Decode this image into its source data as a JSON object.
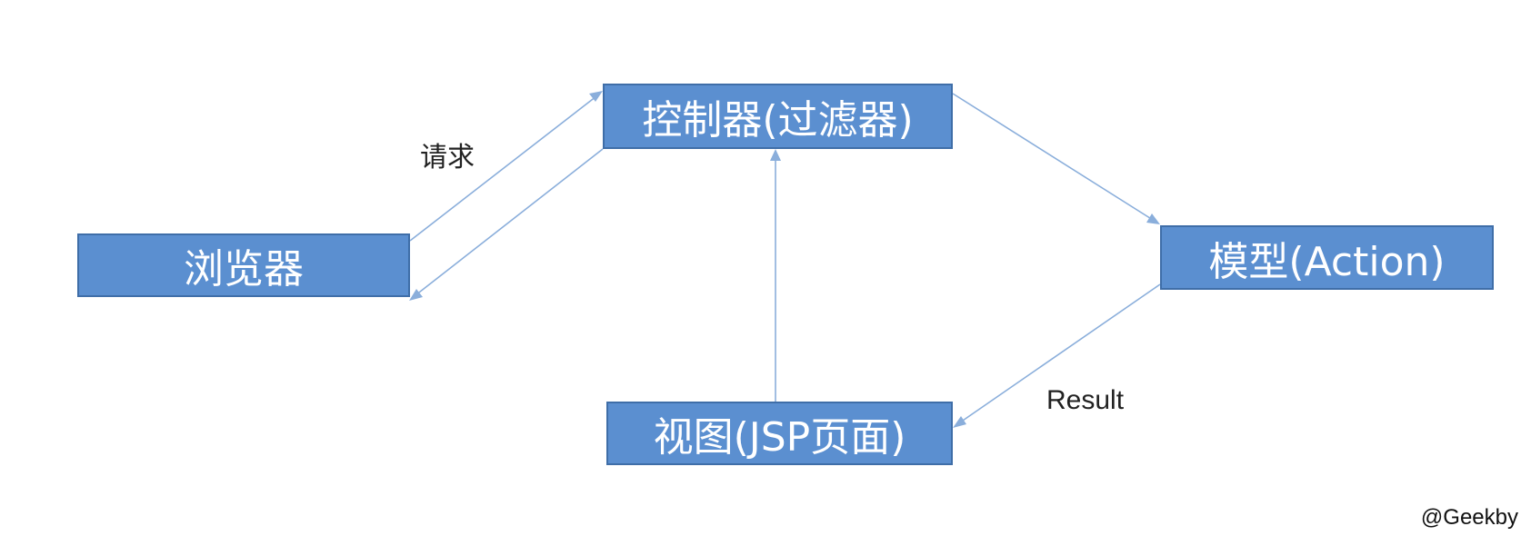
{
  "nodes": {
    "browser": "浏览器",
    "controller": "控制器(过滤器)",
    "model": "模型(Action)",
    "view": "视图(JSP页面)"
  },
  "edge_labels": {
    "request": "请求",
    "result": "Result"
  },
  "watermark": "@Geekby",
  "colors": {
    "node_fill": "#5b8fd0",
    "node_border": "#3f6ea8",
    "node_text": "#ffffff",
    "edge": "#8aaedb",
    "label_text": "#222222"
  },
  "edges": [
    {
      "from": "browser",
      "to": "controller",
      "label": "request"
    },
    {
      "from": "controller",
      "to": "browser"
    },
    {
      "from": "controller",
      "to": "model"
    },
    {
      "from": "model",
      "to": "view",
      "label": "result"
    },
    {
      "from": "view",
      "to": "controller"
    }
  ]
}
